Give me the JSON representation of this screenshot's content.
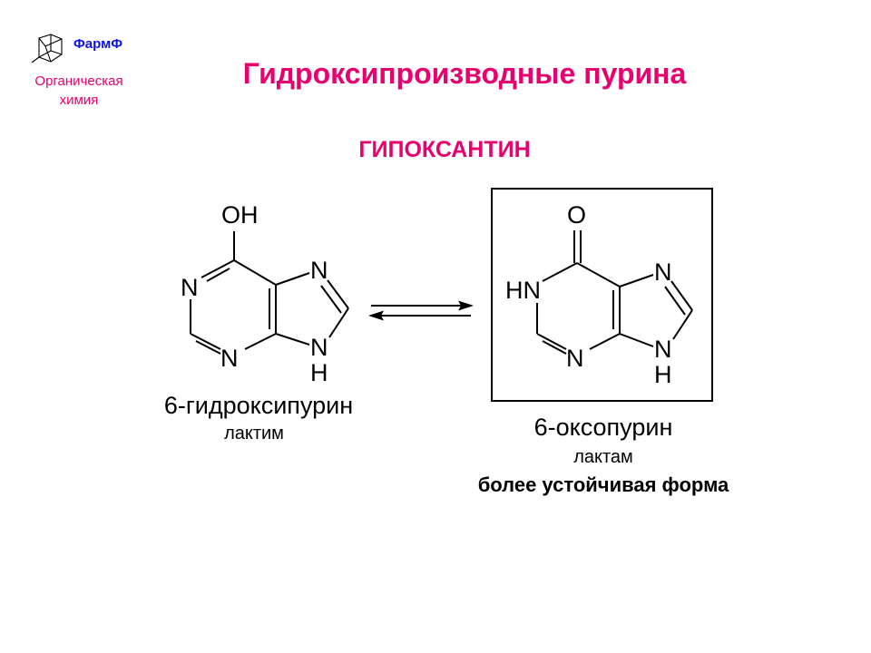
{
  "header": {
    "brand": "ФармФ",
    "subject_line1": "Органическая",
    "subject_line2": "химия"
  },
  "title": "Гидроксипроизводные пурина",
  "heading": "ГИПОКСАНТИН",
  "lactim": {
    "name": "6-гидроксипурин",
    "kind": "лактим",
    "atoms": {
      "o_label": "OH",
      "n1_label": "N",
      "n3_label": "N",
      "n7_label": "N",
      "n9_label": "N",
      "h9_label": "H"
    }
  },
  "lactam": {
    "name": "6-оксопурин",
    "kind": "лактам",
    "note": "более устойчивая форма",
    "atoms": {
      "o_label": "O",
      "n1_label": "HN",
      "n3_label": "N",
      "n7_label": "N",
      "n9_label": "N",
      "h9_label": "H"
    }
  },
  "colors": {
    "accent": "#e8006e",
    "brand": "#1010ee",
    "ink": "#000000"
  },
  "icons": {
    "logo": "adamantane-cage-icon",
    "equilibrium": "equilibrium-arrows-icon"
  }
}
